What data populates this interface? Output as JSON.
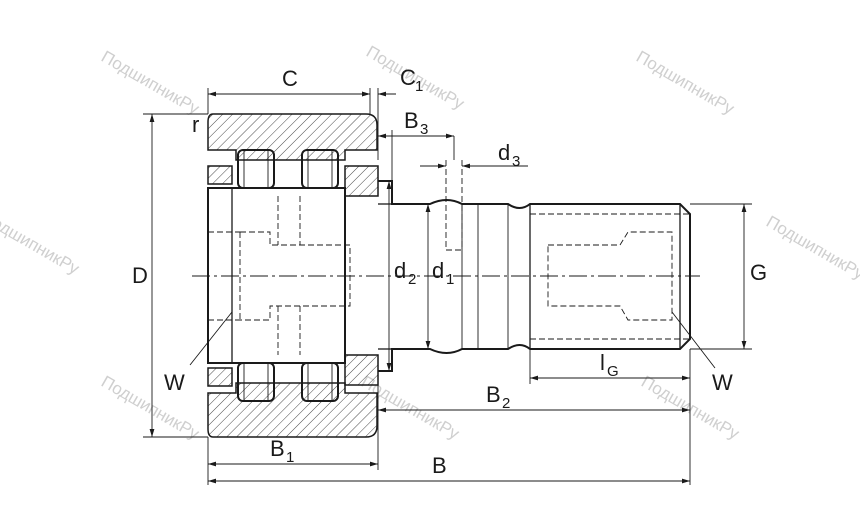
{
  "watermark": "ПодшипникРу",
  "labels": {
    "C": "C",
    "C1": "C",
    "C1_sub": "1",
    "r": "r",
    "B3": "B",
    "B3_sub": "3",
    "d3": "d",
    "d3_sub": "3",
    "D": "D",
    "d2": "d",
    "d2_sub": "2",
    "d1": "d",
    "d1_sub": "1",
    "G": "G",
    "W_left": "W",
    "W_right": "W",
    "lG": "l",
    "lG_sub": "G",
    "B2": "B",
    "B2_sub": "2",
    "B1": "B",
    "B1_sub": "1",
    "B": "B"
  }
}
